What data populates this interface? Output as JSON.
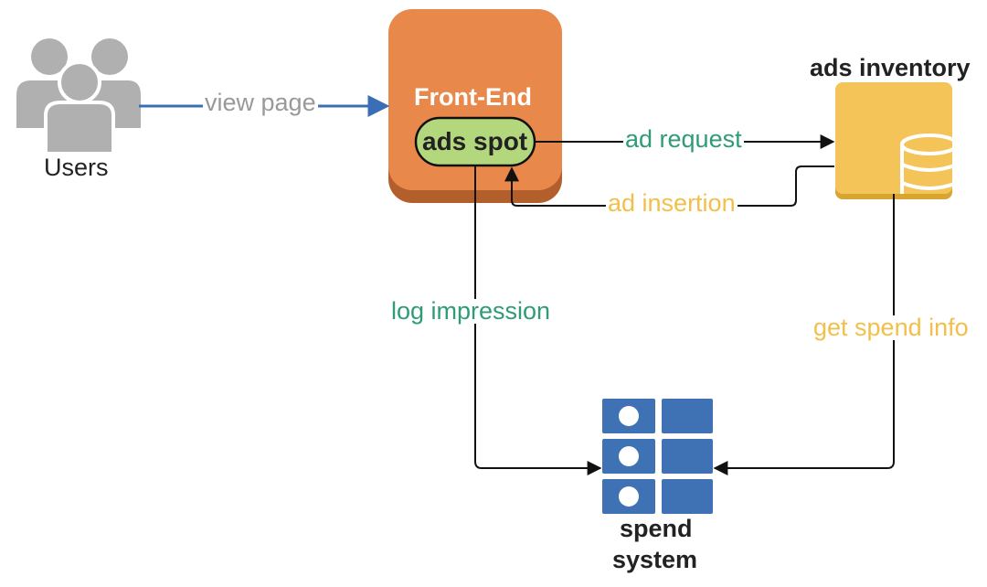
{
  "nodes": {
    "users": {
      "label": "Users",
      "color": "#b0b0b0"
    },
    "frontend": {
      "label": "Front-End",
      "color": "#e8884a",
      "shadow": "#b35f2c",
      "text_color": "#ffffff"
    },
    "ads_spot": {
      "label": "ads spot",
      "color": "#b3d77c"
    },
    "ads_inventory": {
      "label": "ads inventory",
      "color": "#f4c458",
      "shadow": "#d9a531"
    },
    "spend_system": {
      "label_line1": "spend",
      "label_line2": "system",
      "color": "#3e72b5"
    }
  },
  "edges": {
    "view_page": {
      "label": "view page",
      "label_color": "#999999",
      "line_color": "#3a6fb6"
    },
    "ad_request": {
      "label": "ad request",
      "label_color": "#2f9b78"
    },
    "ad_insertion": {
      "label": "ad insertion",
      "label_color": "#f2c04a"
    },
    "log_impression": {
      "label": "log impression",
      "label_color": "#2f9b78"
    },
    "get_spend_info": {
      "label": "get spend info",
      "label_color": "#f2c04a"
    }
  }
}
